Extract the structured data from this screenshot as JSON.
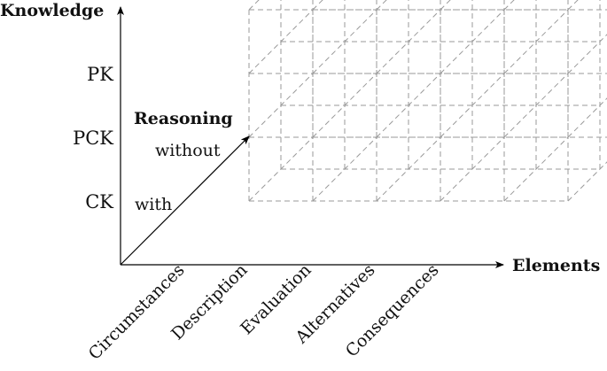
{
  "diagram": {
    "y_axis_title": "Knowledge",
    "x_axis_title": "Elements",
    "z_axis_title": "Reasoning",
    "knowledge_levels": [
      "CK",
      "PCK",
      "PK"
    ],
    "reasoning_levels": [
      "with",
      "without"
    ],
    "elements": [
      "Circumstances",
      "Description",
      "Evaluation",
      "Alternatives",
      "Consequences"
    ],
    "colors": {
      "axis": "#000000",
      "grid": "#9a9a9a",
      "text": "#111111"
    }
  }
}
